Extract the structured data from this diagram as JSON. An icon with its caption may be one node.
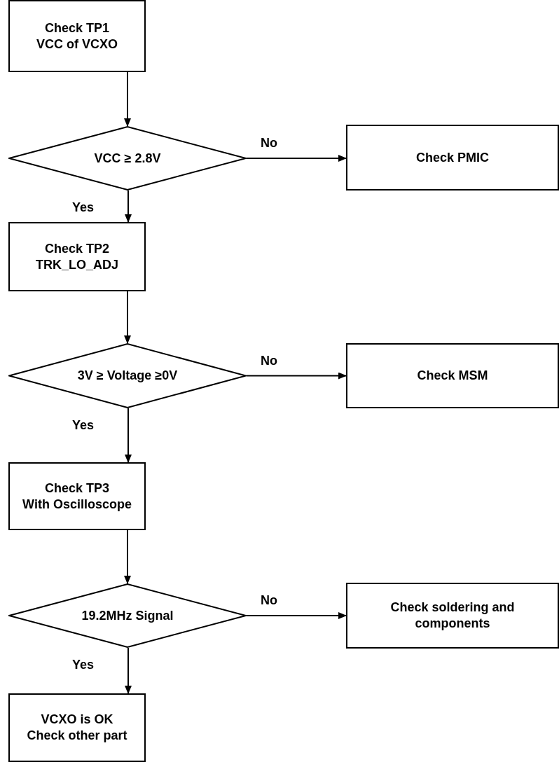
{
  "diagram": {
    "nodes": [
      {
        "text": [
          "Check TP1",
          "VCC of VCXO"
        ]
      },
      {
        "text": [
          "VCC ≥ 2.8V"
        ]
      },
      {
        "text": [
          "Check PMIC"
        ]
      },
      {
        "text": [
          "Check TP2",
          "TRK_LO_ADJ"
        ]
      },
      {
        "text": [
          "3V ≥ Voltage ≥0V"
        ]
      },
      {
        "text": [
          "Check MSM"
        ]
      },
      {
        "text": [
          "Check TP3",
          "With Oscilloscope"
        ]
      },
      {
        "text": [
          "19.2MHz Signal"
        ]
      },
      {
        "text": [
          "Check soldering and components"
        ]
      },
      {
        "text": [
          "VCXO is OK",
          "Check other part"
        ]
      }
    ],
    "edges": [
      {
        "from": 0,
        "to": 1,
        "arrow": "to"
      },
      {
        "from": 1,
        "to": 2,
        "arrow": "to",
        "label": "No"
      },
      {
        "from": 1,
        "to": 3,
        "arrow": "to",
        "label": "Yes"
      },
      {
        "from": 3,
        "to": 4,
        "arrow": "to"
      },
      {
        "from": 4,
        "to": 5,
        "arrow": "to",
        "label": "No"
      },
      {
        "from": 4,
        "to": 6,
        "arrow": "to",
        "label": "Yes"
      },
      {
        "from": 6,
        "to": 7,
        "arrow": "to"
      },
      {
        "from": 7,
        "to": 8,
        "arrow": "to",
        "label": "No"
      },
      {
        "from": 7,
        "to": 9,
        "arrow": "to",
        "label": "Yes"
      }
    ]
  }
}
